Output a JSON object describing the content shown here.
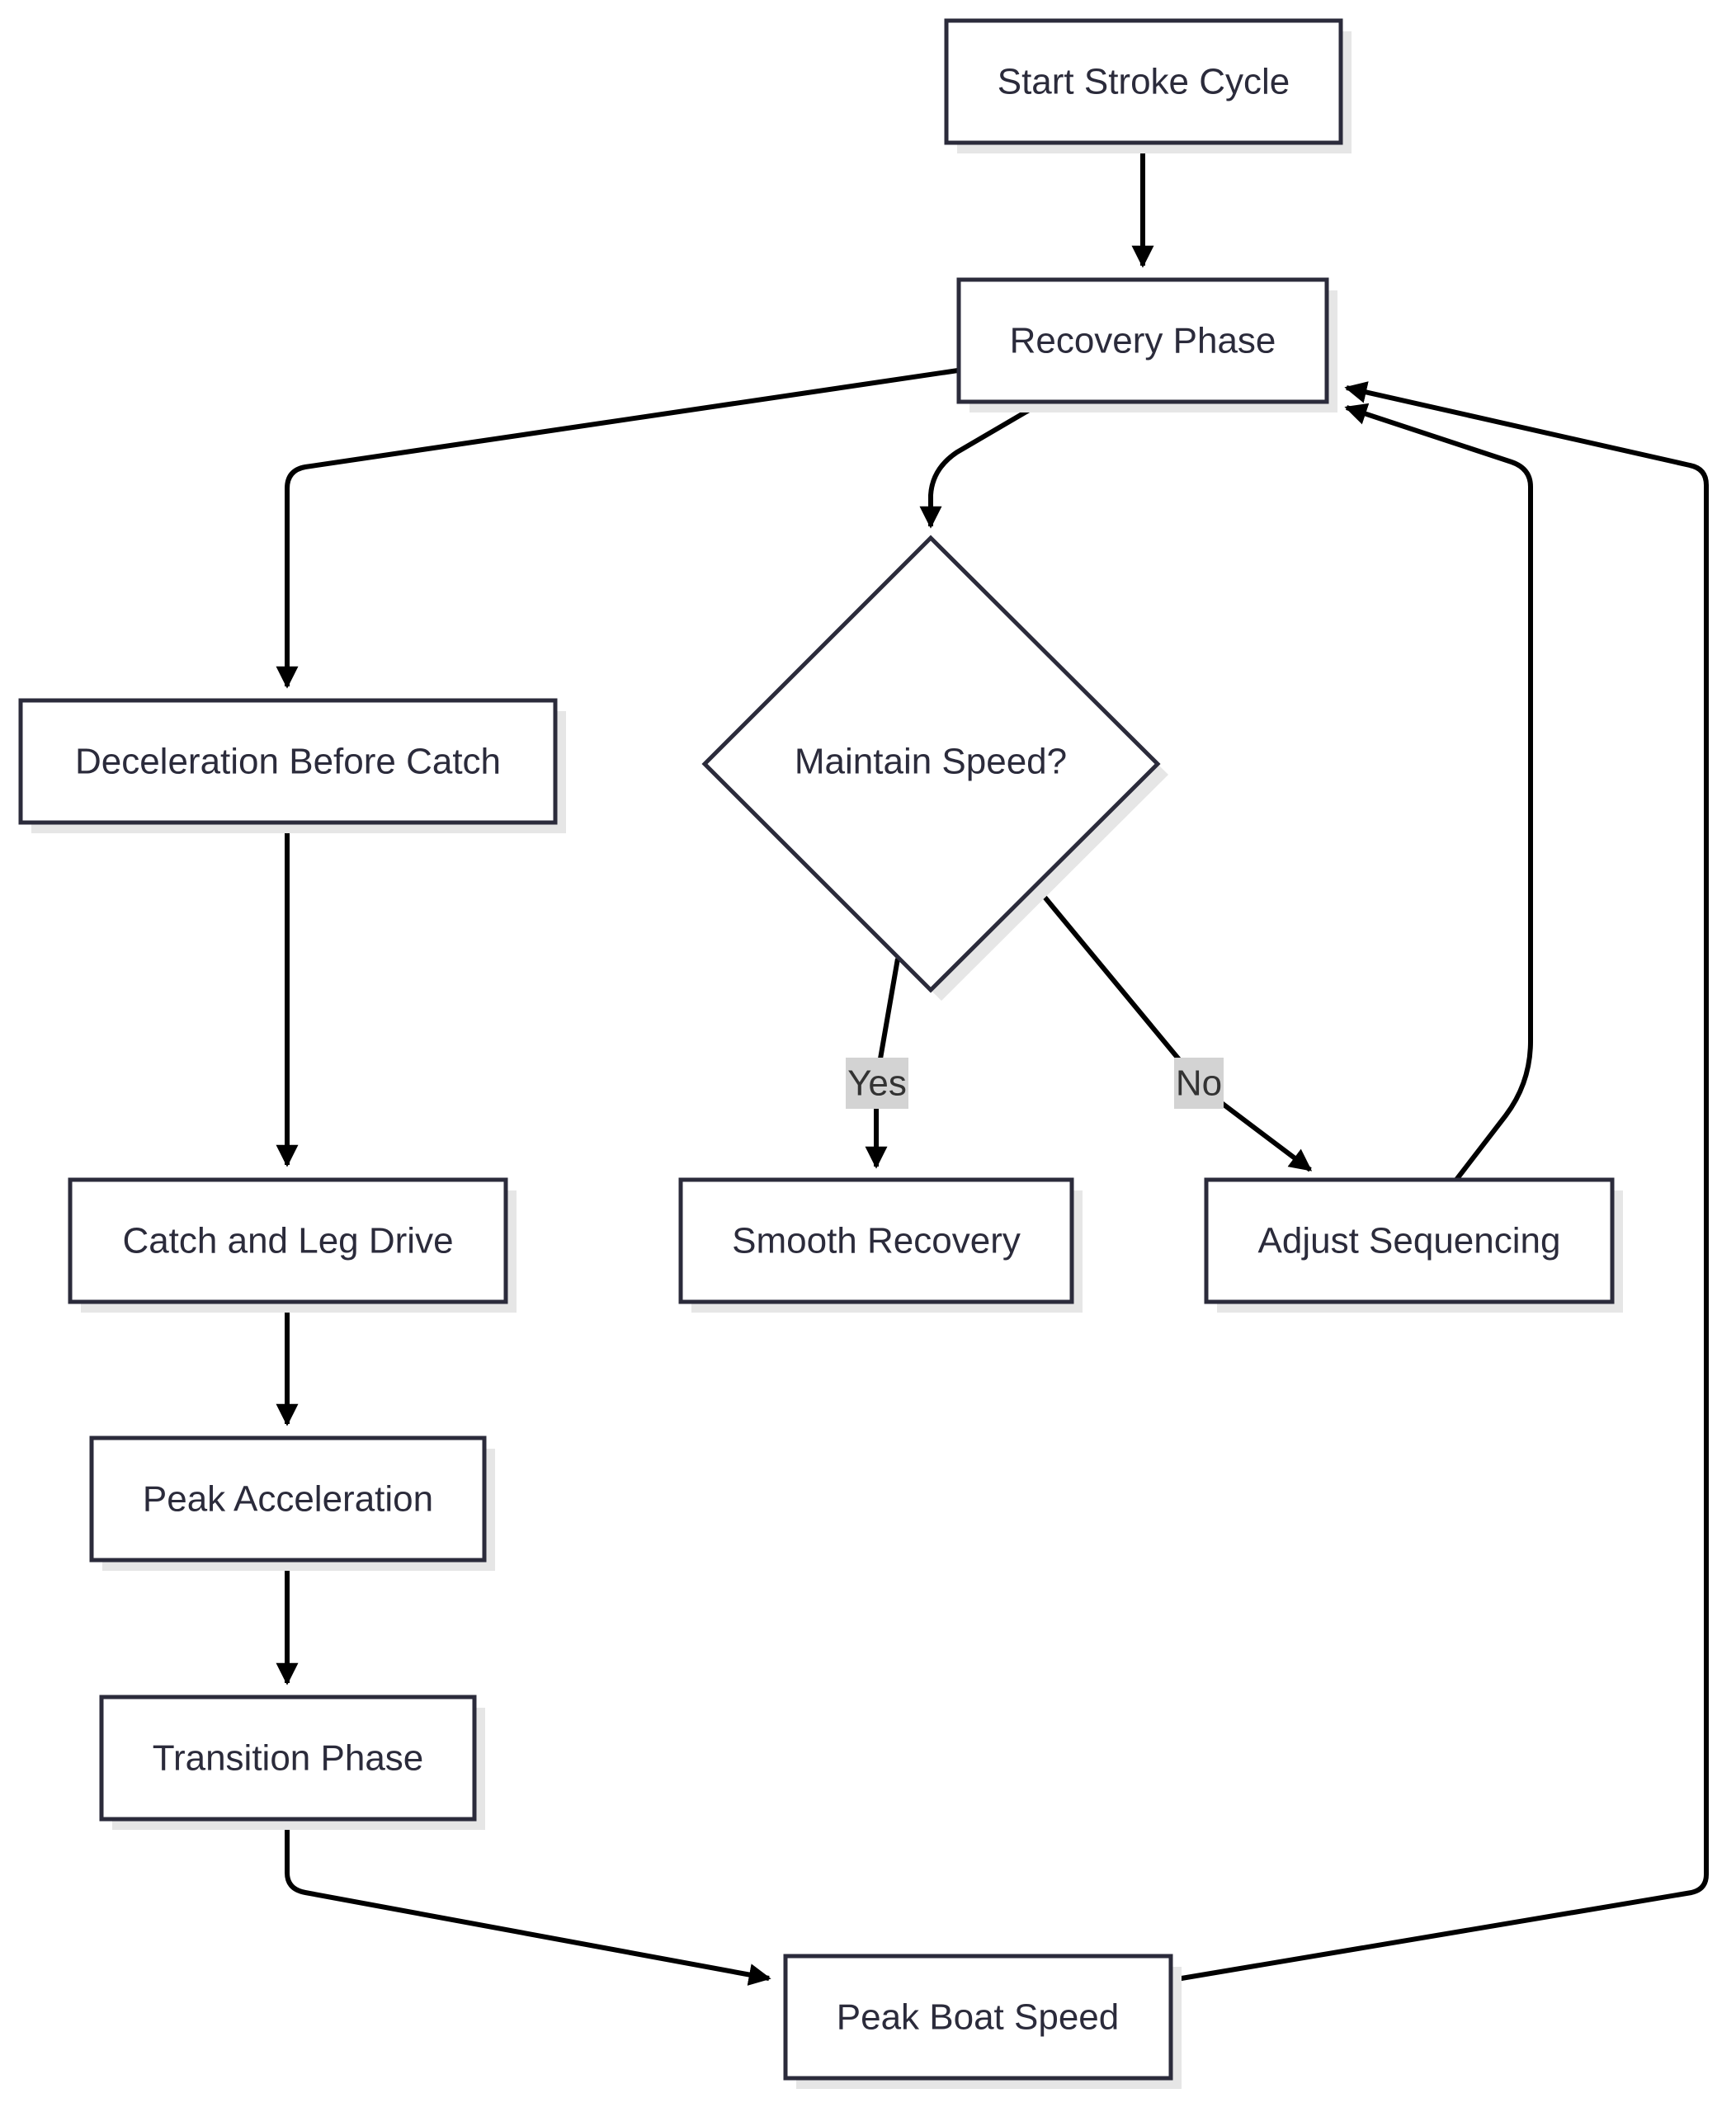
{
  "diagram": {
    "type": "flowchart",
    "nodes": {
      "start": {
        "label": "Start Stroke Cycle",
        "shape": "rect"
      },
      "recovery": {
        "label": "Recovery Phase",
        "shape": "rect"
      },
      "decel": {
        "label": "Deceleration Before Catch",
        "shape": "rect"
      },
      "decision": {
        "label": "Maintain Speed?",
        "shape": "diamond"
      },
      "catch": {
        "label": "Catch and Leg Drive",
        "shape": "rect"
      },
      "smooth": {
        "label": "Smooth Recovery",
        "shape": "rect"
      },
      "adjust": {
        "label": "Adjust Sequencing",
        "shape": "rect"
      },
      "peak_acc": {
        "label": "Peak Acceleration",
        "shape": "rect"
      },
      "transition": {
        "label": "Transition Phase",
        "shape": "rect"
      },
      "peak_speed": {
        "label": "Peak Boat Speed",
        "shape": "rect"
      }
    },
    "edges": [
      {
        "from": "start",
        "to": "recovery",
        "label": ""
      },
      {
        "from": "recovery",
        "to": "decel",
        "label": ""
      },
      {
        "from": "recovery",
        "to": "decision",
        "label": ""
      },
      {
        "from": "decision",
        "to": "smooth",
        "label": "Yes"
      },
      {
        "from": "decision",
        "to": "adjust",
        "label": "No"
      },
      {
        "from": "adjust",
        "to": "recovery",
        "label": ""
      },
      {
        "from": "decel",
        "to": "catch",
        "label": ""
      },
      {
        "from": "catch",
        "to": "peak_acc",
        "label": ""
      },
      {
        "from": "peak_acc",
        "to": "transition",
        "label": ""
      },
      {
        "from": "transition",
        "to": "peak_speed",
        "label": ""
      },
      {
        "from": "peak_speed",
        "to": "recovery",
        "label": ""
      }
    ],
    "edge_labels": {
      "yes": "Yes",
      "no": "No"
    },
    "colors": {
      "node_stroke": "#2b2b3b",
      "node_fill": "#ffffff",
      "edge": "#000000",
      "edge_label_bg": "#d3d3d3",
      "shadow": "#e6e6e6"
    }
  }
}
